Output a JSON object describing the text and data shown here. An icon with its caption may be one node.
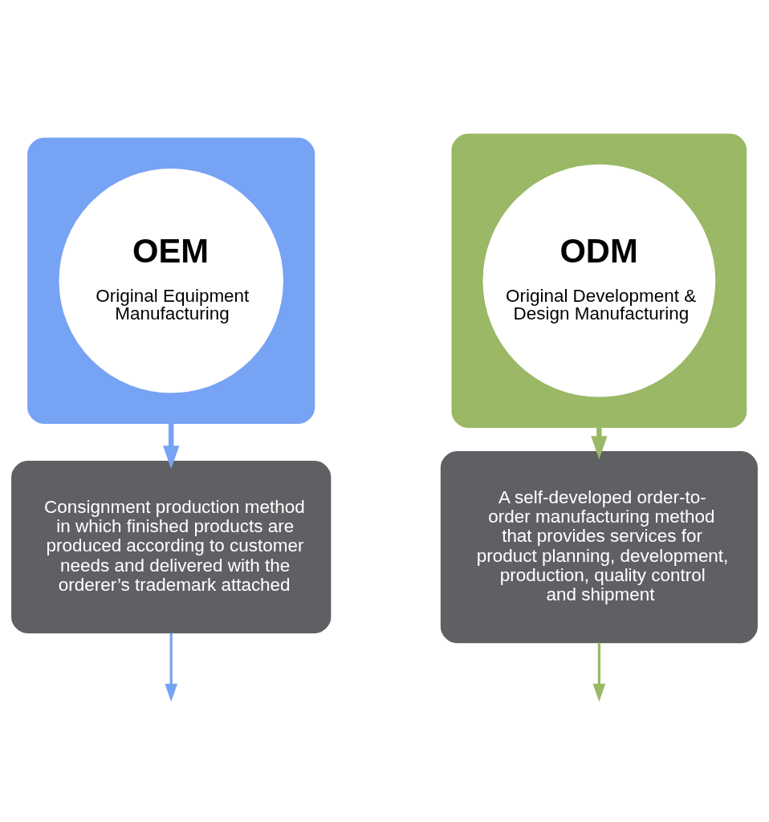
{
  "diagram": {
    "nodes": [
      {
        "text": [],
        "shape": "box"
      },
      {
        "text": [
          "OEM",
          "Original Equipment Manufacturing"
        ],
        "in": 0
      },
      {
        "text": [
          "Consignment production method in which finished products are produced according to customer needs and delivered with the orderer’s trademark attached"
        ]
      },
      {
        "text": [],
        "shape": "box"
      },
      {
        "text": [
          "ODM",
          "Original Development & Design Manufacturing"
        ],
        "in": 3
      },
      {
        "text": [
          "A self-developed order-to-order manufacturing method that provides services for product planning, development, production, quality control and shipment"
        ]
      }
    ],
    "edges": [
      {
        "from": 0,
        "to": 2,
        "arrow": "to",
        "style": "thick",
        "color": "#77a3f4"
      },
      {
        "from": 3,
        "to": 5,
        "arrow": "to",
        "style": "thick",
        "color": "#9ab865"
      },
      {
        "from": 2,
        "to": null,
        "arrow": "to",
        "color": "#77a3f4"
      },
      {
        "from": 5,
        "to": null,
        "arrow": "to",
        "color": "#9ab865"
      }
    ]
  }
}
